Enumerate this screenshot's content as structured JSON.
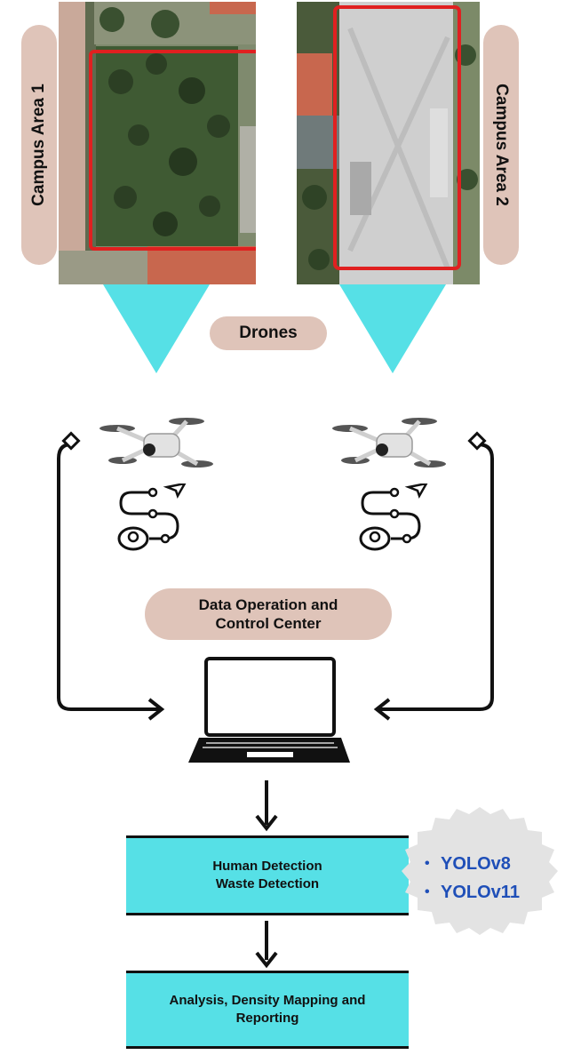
{
  "areas": [
    {
      "label": "Campus Area 1"
    },
    {
      "label": "Campus Area 2"
    }
  ],
  "drones_label": "Drones",
  "control_center": {
    "line1": "Data Operation and",
    "line2": "Control Center"
  },
  "detection": {
    "line1": "Human Detection",
    "line2": "Waste Detection"
  },
  "models": [
    {
      "bullet": "•",
      "label": "YOLOv8"
    },
    {
      "bullet": "•",
      "label": "YOLOv11"
    }
  ],
  "analysis": {
    "line1": "Analysis, Density Mapping and",
    "line2": "Reporting"
  },
  "colors": {
    "cyan": "#56e0e6",
    "pill": "#dfc4b9",
    "highlight": "#e02020",
    "badge": "#e3e3e3",
    "model_text": "#1f4fb8"
  }
}
